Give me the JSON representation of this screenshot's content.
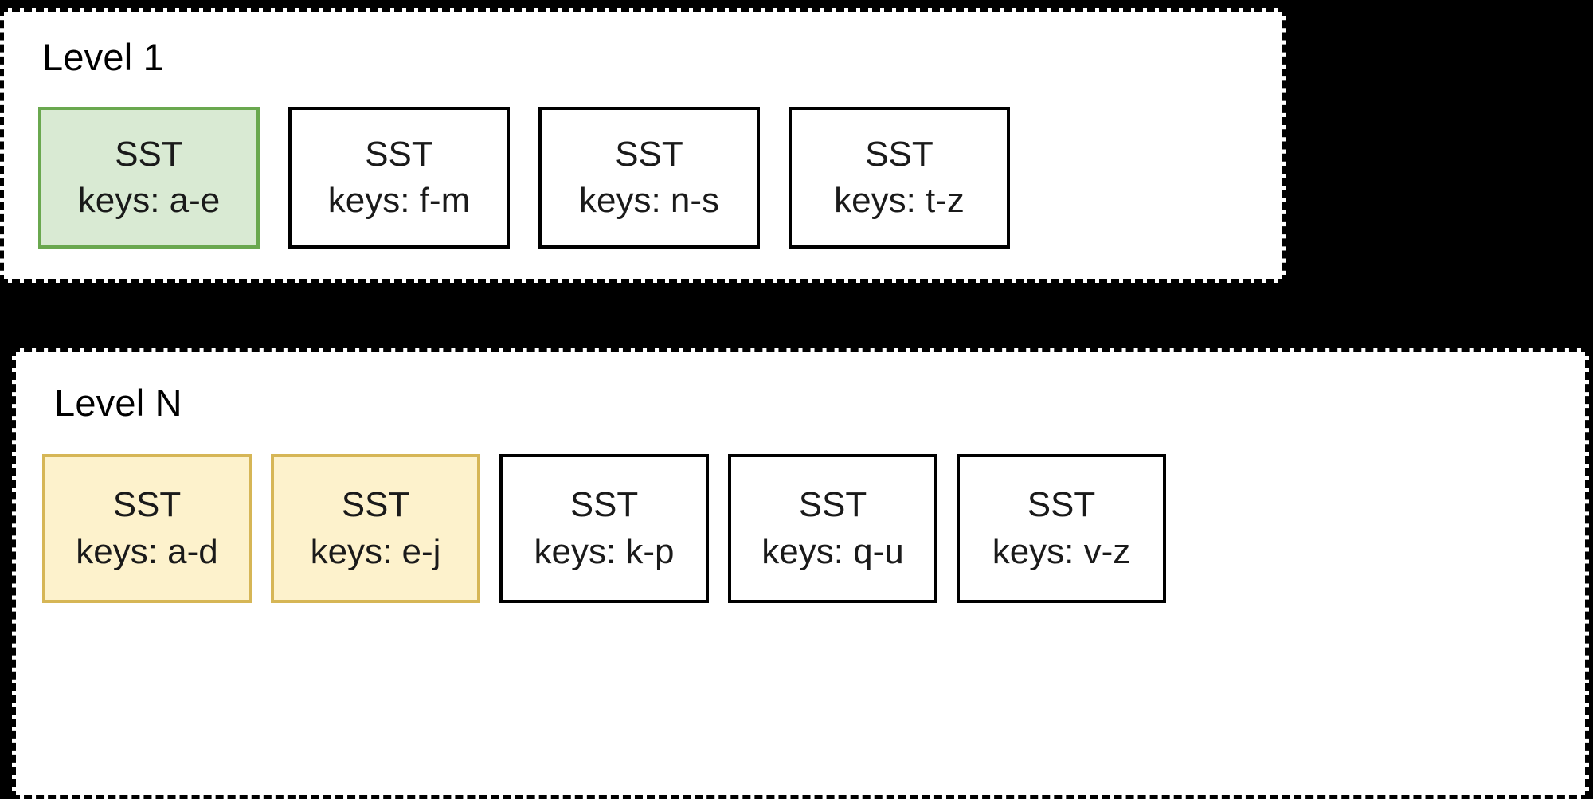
{
  "figure": {
    "background_color": "#000000",
    "panel_color": "#ffffff",
    "border_color": "#000000"
  },
  "palette": {
    "green_fill": "#d9ead3",
    "green_border": "#6aa84f",
    "yellow_fill": "#fdf2cc",
    "yellow_border": "#d6b656",
    "plain_fill": "#ffffff",
    "plain_border": "#000000",
    "text_color": "#1a1a1a"
  },
  "levels": [
    {
      "title": "Level 1",
      "tables": [
        {
          "label": "SST",
          "keys": "keys: a-e",
          "highlight": "green"
        },
        {
          "label": "SST",
          "keys": "keys: f-m",
          "highlight": "none"
        },
        {
          "label": "SST",
          "keys": "keys: n-s",
          "highlight": "none"
        },
        {
          "label": "SST",
          "keys": "keys: t-z",
          "highlight": "none"
        }
      ]
    },
    {
      "title": "Level N",
      "tables": [
        {
          "label": "SST",
          "keys": "keys: a-d",
          "highlight": "yellow"
        },
        {
          "label": "SST",
          "keys": "keys: e-j",
          "highlight": "yellow"
        },
        {
          "label": "SST",
          "keys": "keys: k-p",
          "highlight": "none"
        },
        {
          "label": "SST",
          "keys": "keys: q-u",
          "highlight": "none"
        },
        {
          "label": "SST",
          "keys": "keys: v-z",
          "highlight": "none"
        }
      ]
    }
  ]
}
